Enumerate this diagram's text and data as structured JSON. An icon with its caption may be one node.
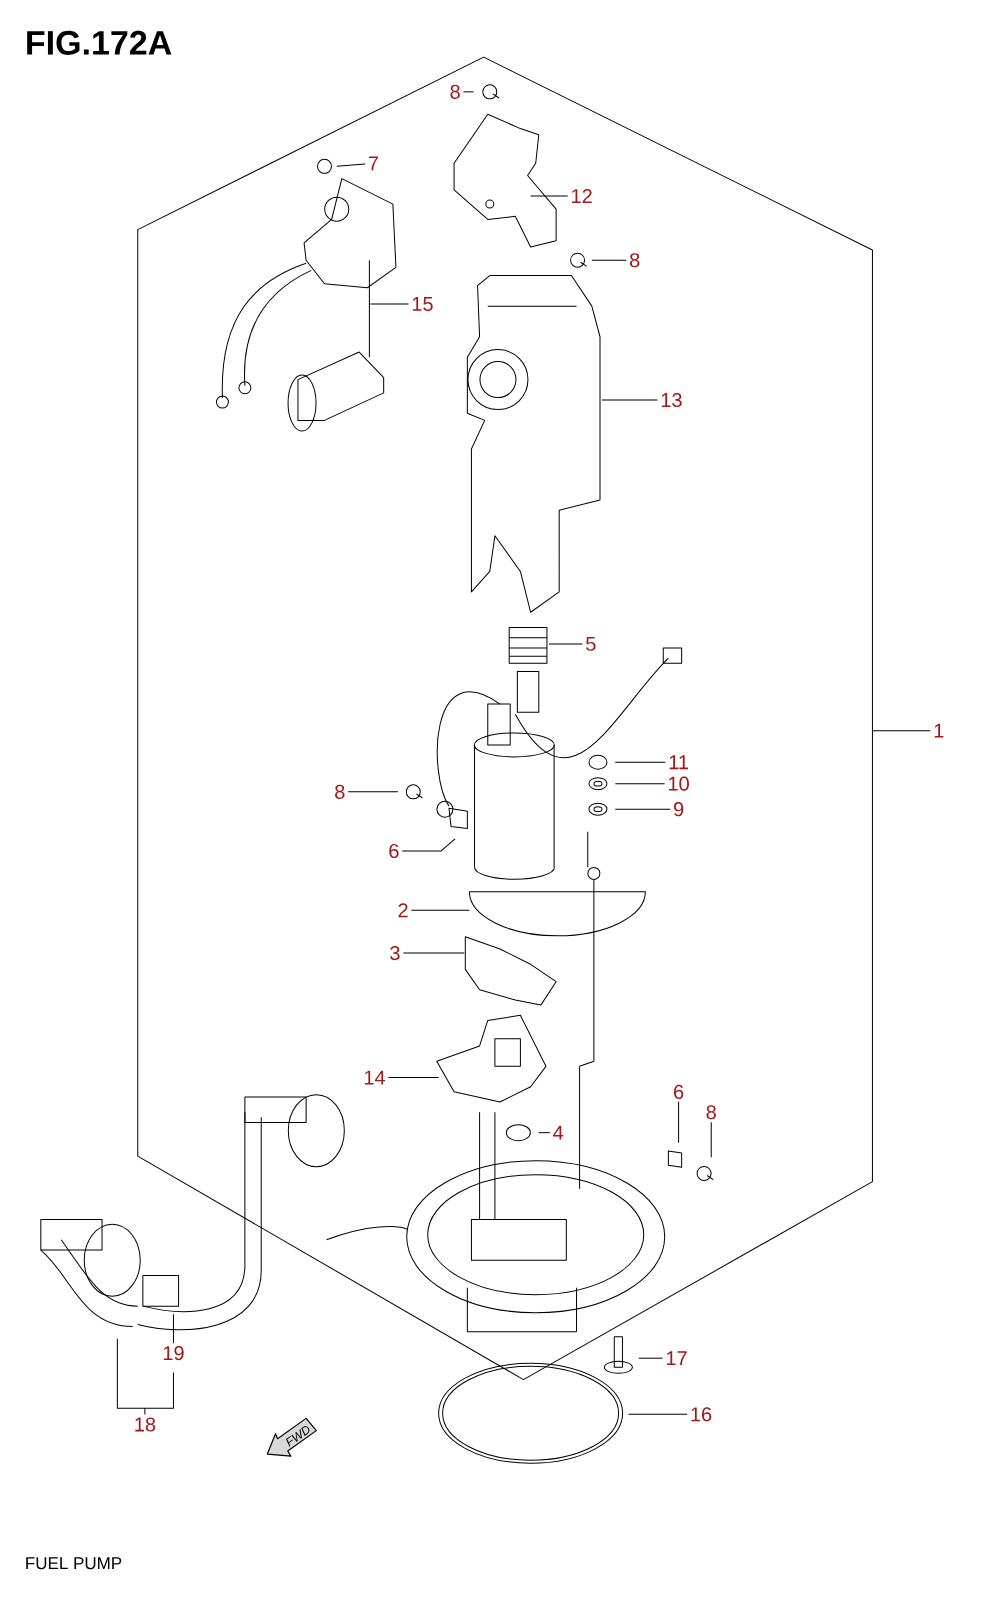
{
  "diagram": {
    "title": "FIG.172A",
    "caption": "FUEL PUMP",
    "nodes": [
      {
        "text": [
          "8"
        ]
      },
      {
        "text": [
          "7"
        ]
      },
      {
        "text": [
          "12"
        ]
      },
      {
        "text": [
          "8"
        ]
      },
      {
        "text": [
          "15"
        ]
      },
      {
        "text": [
          "13"
        ]
      },
      {
        "text": [
          "5"
        ]
      },
      {
        "text": [
          "1"
        ]
      },
      {
        "text": [
          "11"
        ]
      },
      {
        "text": [
          "10"
        ]
      },
      {
        "text": [
          "8"
        ]
      },
      {
        "text": [
          "9"
        ]
      },
      {
        "text": [
          "6"
        ]
      },
      {
        "text": [
          "2"
        ]
      },
      {
        "text": [
          "3"
        ]
      },
      {
        "text": [
          "14"
        ]
      },
      {
        "text": [
          "4"
        ]
      },
      {
        "text": [
          "6"
        ]
      },
      {
        "text": [
          "8"
        ]
      },
      {
        "text": [
          "17"
        ]
      },
      {
        "text": [
          "16"
        ]
      },
      {
        "text": [
          "19"
        ]
      },
      {
        "text": [
          "18"
        ]
      }
    ],
    "edges": [
      {
        "from": 0,
        "to": null,
        "arrow": "none"
      },
      {
        "from": 1,
        "to": null,
        "arrow": "none"
      },
      {
        "from": 2,
        "to": null,
        "arrow": "none"
      },
      {
        "from": 3,
        "to": null,
        "arrow": "none"
      },
      {
        "from": 4,
        "to": null,
        "arrow": "none"
      },
      {
        "from": 5,
        "to": null,
        "arrow": "none"
      },
      {
        "from": 6,
        "to": null,
        "arrow": "none"
      },
      {
        "from": 7,
        "to": null,
        "arrow": "none"
      },
      {
        "from": 8,
        "to": null,
        "arrow": "none"
      },
      {
        "from": 9,
        "to": null,
        "arrow": "none"
      },
      {
        "from": 10,
        "to": null,
        "arrow": "none"
      },
      {
        "from": 11,
        "to": null,
        "arrow": "none"
      },
      {
        "from": 12,
        "to": null,
        "arrow": "none"
      },
      {
        "from": 13,
        "to": null,
        "arrow": "none"
      },
      {
        "from": 14,
        "to": null,
        "arrow": "none"
      },
      {
        "from": 15,
        "to": null,
        "arrow": "none"
      },
      {
        "from": 16,
        "to": null,
        "arrow": "none"
      },
      {
        "from": 17,
        "to": null,
        "arrow": "none"
      },
      {
        "from": 18,
        "to": null,
        "arrow": "none"
      },
      {
        "from": 19,
        "to": null,
        "arrow": "none"
      },
      {
        "from": 20,
        "to": null,
        "arrow": "none"
      },
      {
        "from": 21,
        "to": null,
        "arrow": "none"
      },
      {
        "from": 22,
        "to": null,
        "arrow": "none"
      }
    ],
    "labels": [
      "FWD"
    ]
  }
}
